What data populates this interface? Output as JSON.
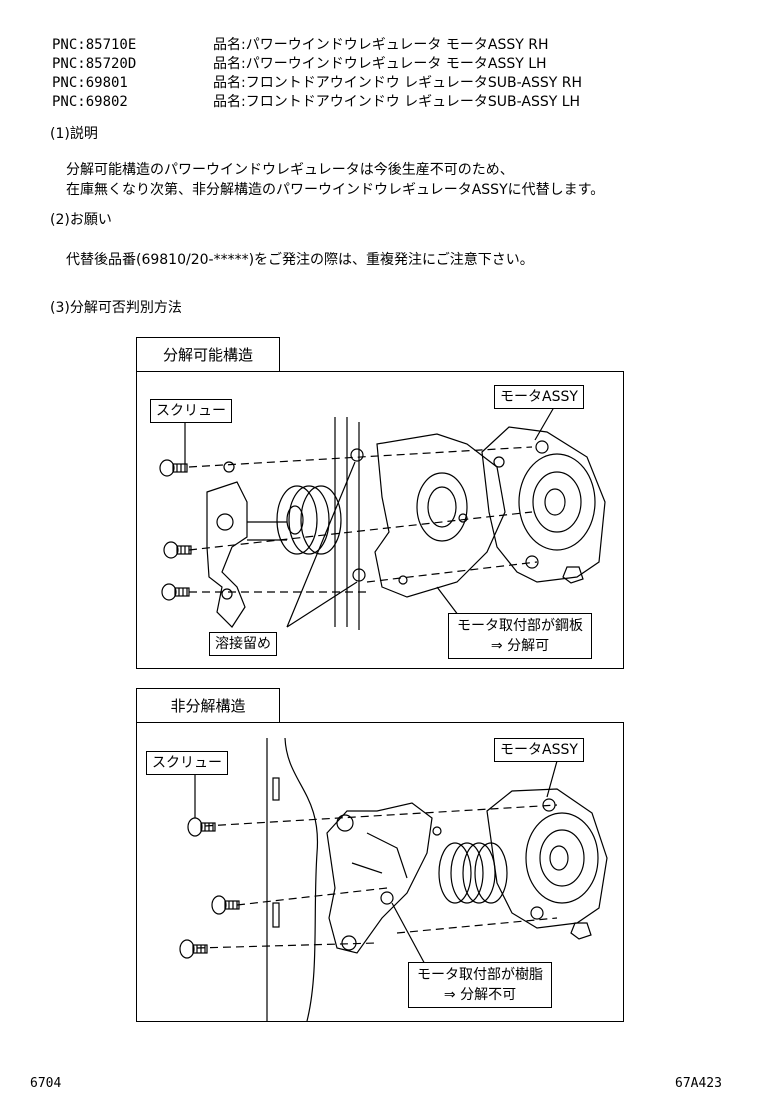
{
  "header": {
    "rows": [
      {
        "pnc": "PNC:85710E",
        "name": "品名:パワーウインドウレギュレータ モータASSY RH"
      },
      {
        "pnc": "PNC:85720D",
        "name": "品名:パワーウインドウレギュレータ モータASSY LH"
      },
      {
        "pnc": "PNC:69801",
        "name": "品名:フロントドアウインドウ レギュレータSUB-ASSY RH"
      },
      {
        "pnc": "PNC:69802",
        "name": "品名:フロントドアウインドウ レギュレータSUB-ASSY LH"
      }
    ]
  },
  "section1": {
    "heading": "(1)説明",
    "line1": "分解可能構造のパワーウインドウレギュレータは今後生産不可のため、",
    "line2": "在庫無くなり次第、非分解構造のパワーウインドウレギュレータASSYに代替します。"
  },
  "section2": {
    "heading": "(2)お願い",
    "line1": "代替後品番(69810/20-*****)をご発注の際は、重複発注にご注意下さい。"
  },
  "section3": {
    "heading": "(3)分解可否判別方法"
  },
  "figure1": {
    "tab": "分解可能構造",
    "screw_label": "スクリュー",
    "motor_label": "モータASSY",
    "weld_label": "溶接留め",
    "note_line1": "モータ取付部が鋼板",
    "note_line2": "⇒ 分解可"
  },
  "figure2": {
    "tab": "非分解構造",
    "screw_label": "スクリュー",
    "motor_label": "モータASSY",
    "note_line1": "モータ取付部が樹脂",
    "note_line2": "⇒ 分解不可"
  },
  "footer": {
    "left": "6704",
    "right": "67A423"
  }
}
